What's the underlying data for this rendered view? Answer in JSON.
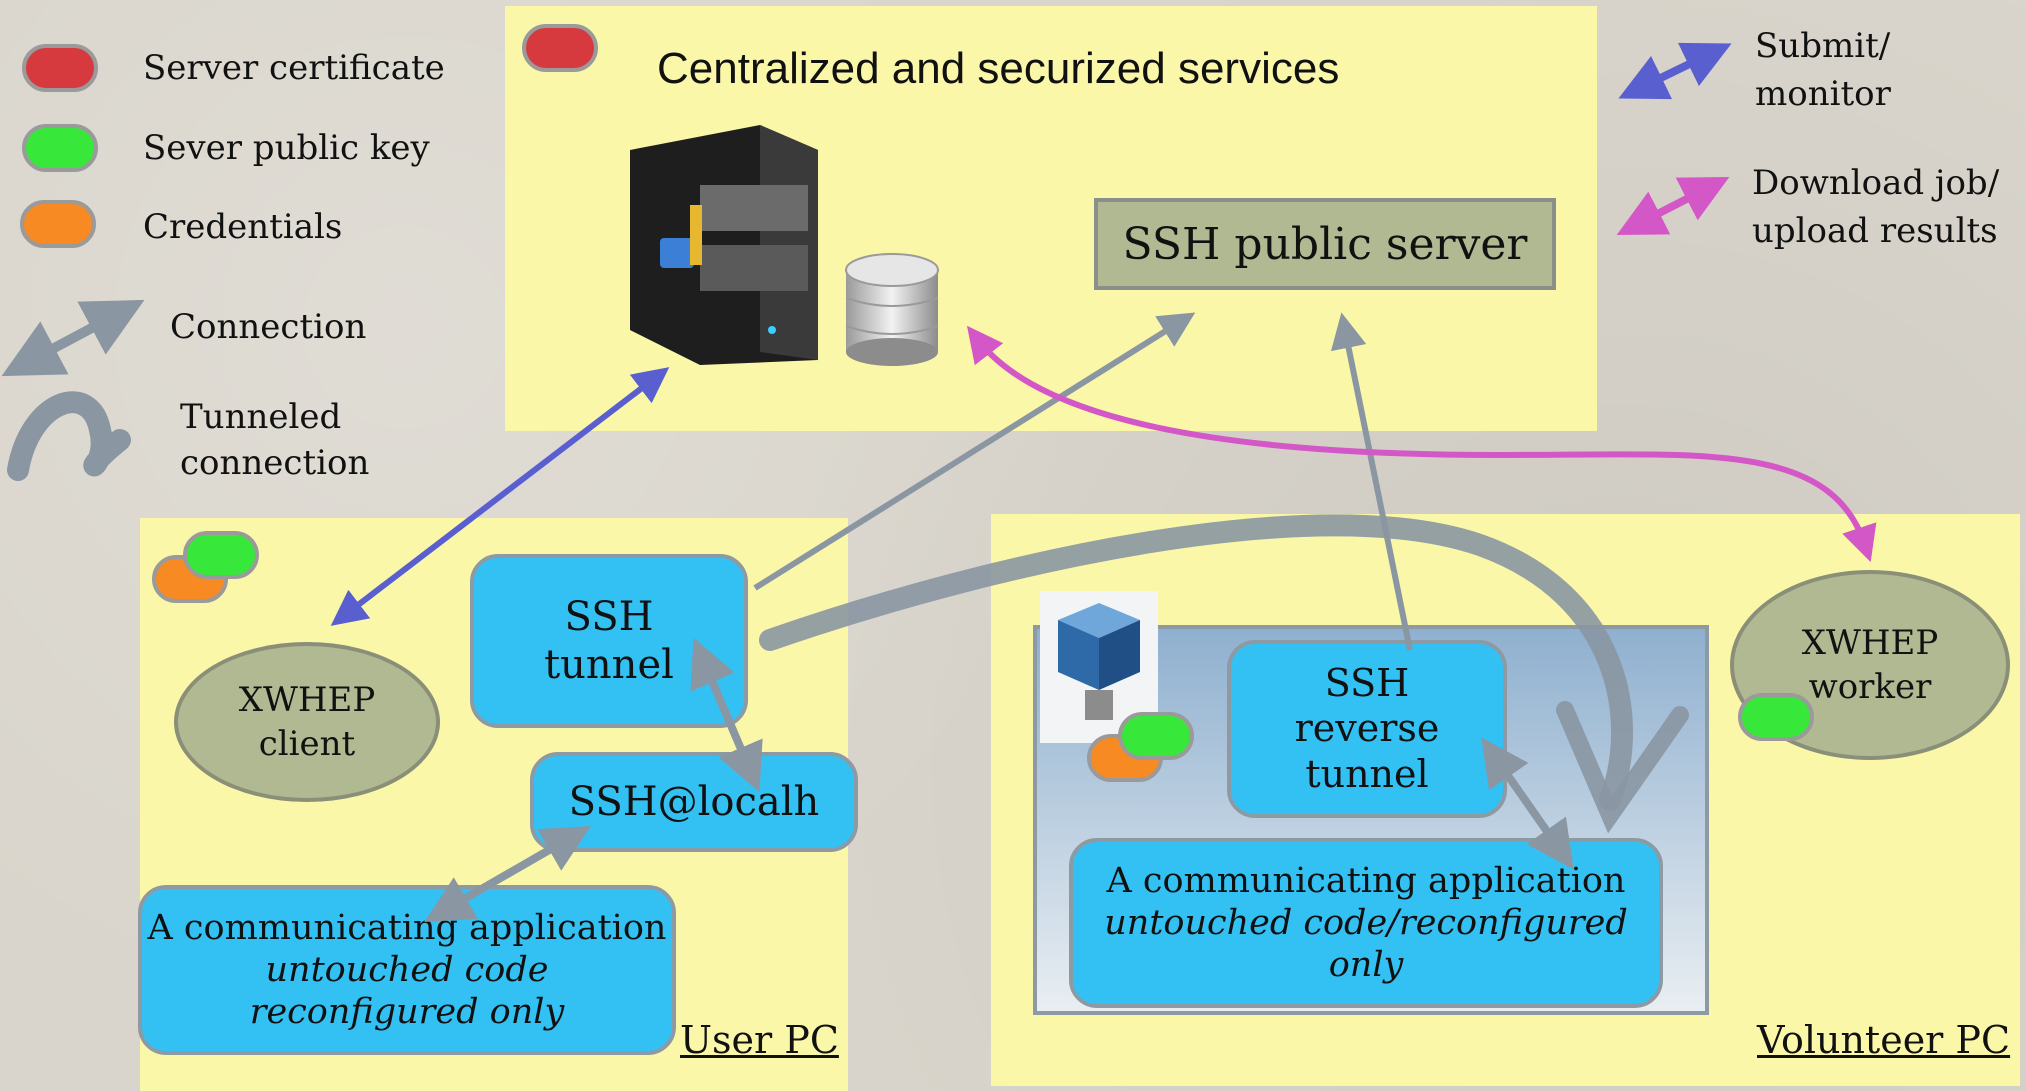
{
  "legend": {
    "server_certificate": "Server certificate",
    "server_public_key": "Sever public key",
    "credentials": "Credentials",
    "connection": "Connection",
    "tunneled_connection_line1": "Tunneled",
    "tunneled_connection_line2": "connection",
    "submit_monitor_line1": "Submit/",
    "submit_monitor_line2": "monitor",
    "download_line1": "Download job/",
    "download_line2": "upload results"
  },
  "services": {
    "title": "Centralized and securized services",
    "ssh_public_server": "SSH public server"
  },
  "user_pc": {
    "label": "User PC",
    "xwhep_client_line1": "XWHEP",
    "xwhep_client_line2": "client",
    "ssh_tunnel_line1": "SSH",
    "ssh_tunnel_line2": "tunnel",
    "ssh_localhost": "SSH@localh",
    "app_line1": "A communicating application",
    "app_line2": "untouched code",
    "app_line3": "reconfigured only"
  },
  "volunteer_pc": {
    "label": "Volunteer PC",
    "xwhep_worker_line1": "XWHEP",
    "xwhep_worker_line2": "worker",
    "ssh_reverse_line1": "SSH",
    "ssh_reverse_line2": "reverse",
    "ssh_reverse_line3": "tunnel",
    "app_line1": "A communicating application",
    "app_line2": "untouched code/reconfigured only"
  },
  "colors": {
    "panel": "#fbf7a9",
    "box": "#33c1f4",
    "connection": "#8a96a2",
    "submit": "#5a5fd0",
    "download": "#d457c8"
  }
}
